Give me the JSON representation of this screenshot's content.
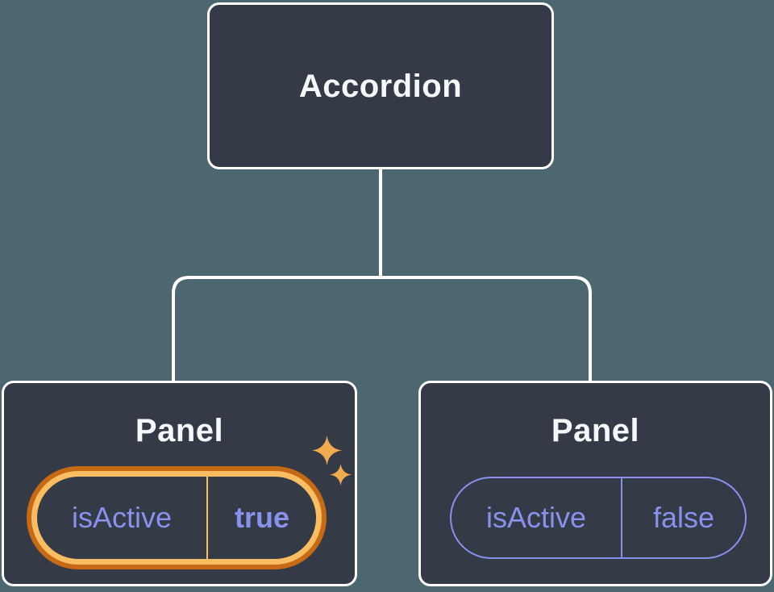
{
  "diagram": {
    "root": {
      "label": "Accordion"
    },
    "children": [
      {
        "label": "Panel",
        "active": true,
        "state": {
          "key": "isActive",
          "value": "true"
        }
      },
      {
        "label": "Panel",
        "active": false,
        "state": {
          "key": "isActive",
          "value": "false"
        }
      }
    ]
  },
  "icons": {
    "sparkle_large": "sparkle-icon",
    "sparkle_small": "sparkle-icon"
  },
  "colors": {
    "background": "#4C676F",
    "node_fill": "#343A46",
    "node_border": "#FFFFFF",
    "title_text": "#F6F7F9",
    "state_text": "#8891EC",
    "pill_border": "#8891EC",
    "glow_outer": "#C76A15",
    "glow_inner": "#FABD62",
    "sparkle": "#F2AC4E",
    "connector": "#FFFFFF"
  }
}
